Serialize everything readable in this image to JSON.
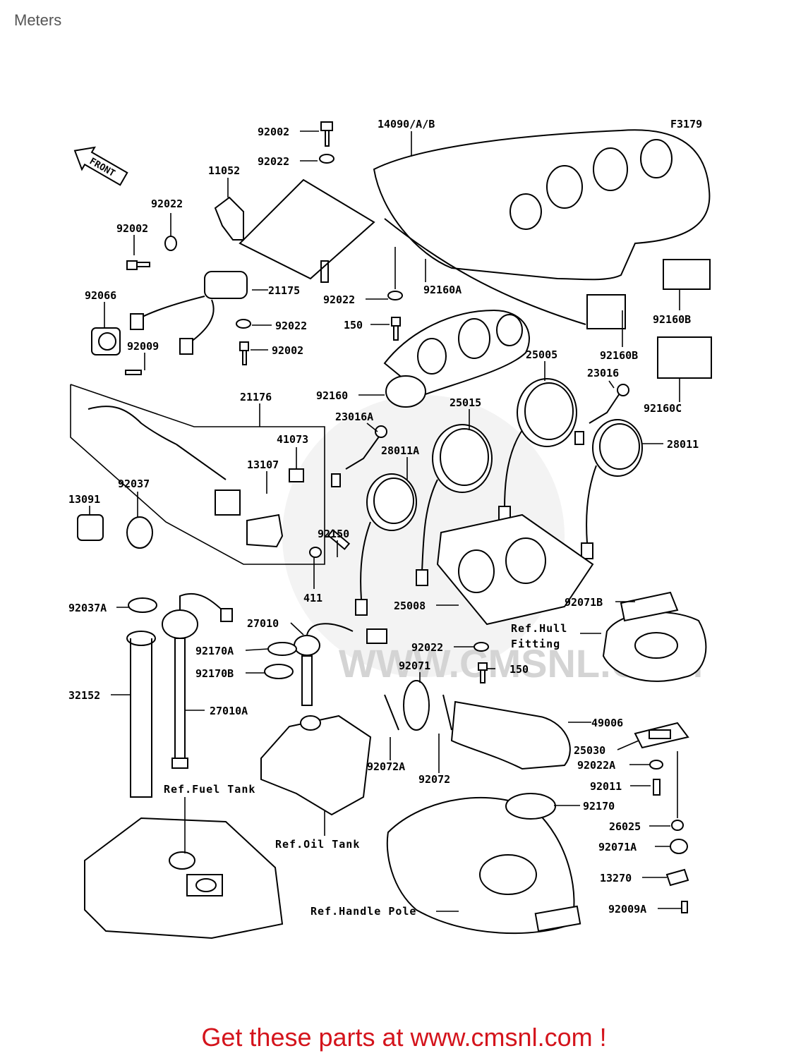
{
  "page": {
    "title": "Meters"
  },
  "diagram": {
    "figure_code": "F3179",
    "front_label": "FRONT",
    "watermark": "WWW.CMSNL.COM",
    "parts": [
      "92002",
      "92022",
      "14090/A/B",
      "11052",
      "92022",
      "92002",
      "21175",
      "92066",
      "92022",
      "92009",
      "92002",
      "92022",
      "92160A",
      "150",
      "92160B",
      "92160B",
      "25005",
      "92160",
      "92160C",
      "23016",
      "21176",
      "23016A",
      "25015",
      "41073",
      "28011A",
      "28011",
      "13107",
      "92037",
      "13091",
      "92150",
      "411",
      "92037A",
      "25008",
      "92071B",
      "27010",
      "92022",
      "92170A",
      "92071",
      "150",
      "92170B",
      "32152",
      "27010A",
      "49006",
      "25030",
      "92022A",
      "92072A",
      "92072",
      "92011",
      "92170",
      "26025",
      "92071A",
      "13270",
      "92009A"
    ],
    "refs": {
      "hull_fitting_1": "Ref.Hull",
      "hull_fitting_2": "Fitting",
      "fuel_tank": "Ref.Fuel Tank",
      "oil_tank": "Ref.Oil Tank",
      "handle_pole": "Ref.Handle Pole"
    }
  },
  "footer": {
    "text": "Get these parts at www.cmsnl.com !",
    "color": "#d4141c"
  }
}
